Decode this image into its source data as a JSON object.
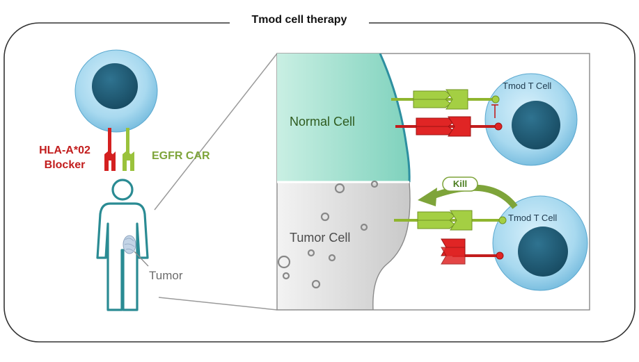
{
  "title": "Tmod cell therapy",
  "labels": {
    "hla_line1": "HLA-A*02",
    "hla_line2": "Blocker",
    "egfr_car": "EGFR CAR",
    "tumor": "Tumor",
    "normal_cell": "Normal Cell",
    "tumor_cell": "Tumor Cell",
    "tmod_t_cell_top": "Tmod T Cell",
    "tmod_t_cell_bottom": "Tmod T Cell",
    "kill": "Kill"
  },
  "colors": {
    "blocker_red": "#d42020",
    "car_green": "#9ac23c",
    "label_red": "#c21d1d",
    "label_green": "#7ea43a",
    "tcell_fill": "#9fd4ee",
    "tcell_nucleus": "#1f5a74",
    "normal_cell_fill": "#9adcca",
    "normal_cell_edge": "#2d8fa0",
    "tumor_cell_fill": "#d9d9d9",
    "body_outline": "#2a8b93",
    "kill_arrow": "#7ea43a"
  },
  "icons": [
    "t-cell-icon",
    "human-body-icon",
    "tumor-blob-icon",
    "hla-blocker-receptor-icon",
    "egfr-car-receptor-icon",
    "kill-arrow-icon",
    "inhibition-icon"
  ]
}
